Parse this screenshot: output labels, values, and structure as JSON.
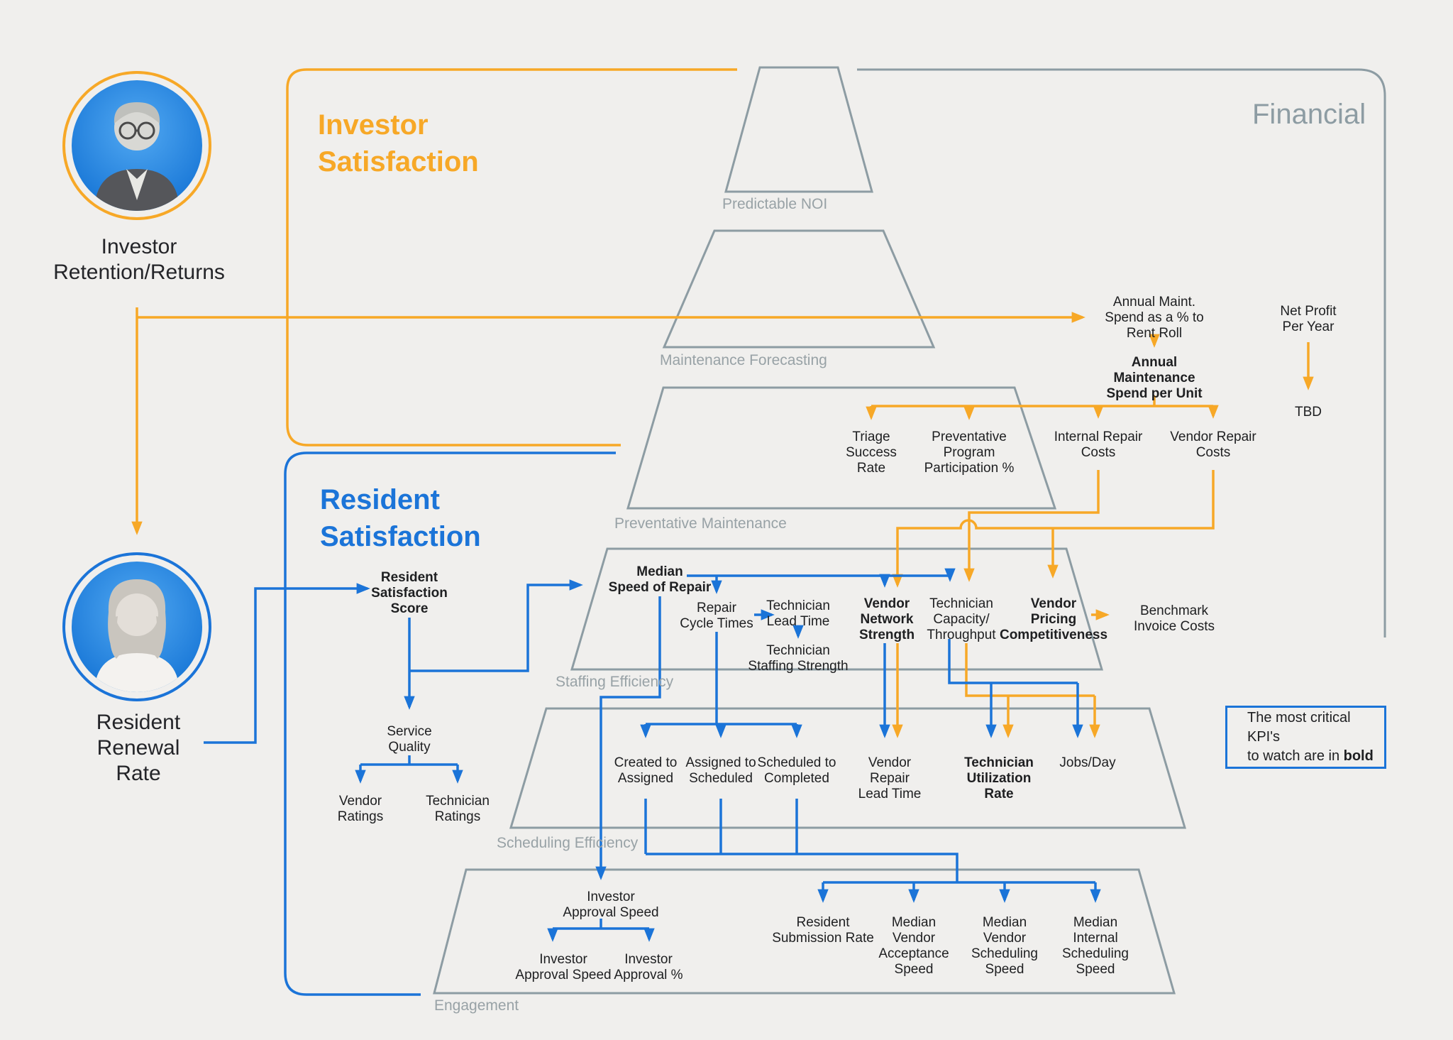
{
  "palette": {
    "yellow": "#F7A827",
    "blue": "#1B74D8",
    "gray": "#8D9CA3",
    "text_dark": "#1E1F21",
    "background": "#F0EFED",
    "avatar_blue": "#1E86E8"
  },
  "header": {
    "investor_satisfaction": "Investor\nSatisfaction",
    "resident_satisfaction": "Resident\nSatisfaction",
    "financial": "Financial"
  },
  "actors": {
    "investor": {
      "label": "Investor\nRetention/Returns",
      "avatar_icon": "investor-portrait"
    },
    "resident": {
      "label": "Resident\nRenewal\nRate",
      "avatar_icon": "resident-portrait"
    }
  },
  "pyramid": {
    "levels": [
      "Predictable NOI",
      "Maintenance Forecasting",
      "Preventative Maintenance",
      "Staffing Efficiency",
      "Scheduling Efficiency",
      "Engagement"
    ]
  },
  "kpis": {
    "annual_maint_pct": "Annual Maint.\nSpend as a % to\nRent Roll",
    "annual_maint_per_unit": "Annual\nMaintenance\nSpend per Unit",
    "net_profit": "Net Profit\nPer Year",
    "tbd": "TBD",
    "triage_success_rate": "Triage\nSuccess\nRate",
    "preventative_program": "Preventative\nProgram\nParticipation %",
    "internal_repair_costs": "Internal Repair\nCosts",
    "vendor_repair_costs": "Vendor Repair\nCosts",
    "resident_satisfaction_score": "Resident\nSatisfaction\nScore",
    "service_quality": "Service\nQuality",
    "vendor_ratings": "Vendor\nRatings",
    "technician_ratings": "Technician\nRatings",
    "median_speed_of_repair": "Median\nSpeed of Repair",
    "repair_cycle_times": "Repair\nCycle Times",
    "technician_lead_time": "Technician\nLead Time",
    "technician_staffing_strength": "Technician\nStaffing Strength",
    "vendor_network_strength": "Vendor\nNetwork\nStrength",
    "technician_capacity": "Technician\nCapacity/\nThroughput",
    "vendor_pricing_competitiveness": "Vendor\nPricing\nCompetitiveness",
    "benchmark_invoice_costs": "Benchmark\nInvoice Costs",
    "created_to_assigned": "Created to\nAssigned",
    "assigned_to_scheduled": "Assigned to\nScheduled",
    "scheduled_to_completed": "Scheduled to\nCompleted",
    "vendor_repair_lead_time": "Vendor\nRepair\nLead Time",
    "technician_utilization_rate": "Technician\nUtilization\nRate",
    "jobs_per_day": "Jobs/Day",
    "investor_approval_speed_node": "Investor\nApproval Speed",
    "investor_approval_speed": "Investor\nApproval Speed",
    "investor_approval_pct": "Investor\nApproval %",
    "resident_submission_rate": "Resident\nSubmission Rate",
    "median_vendor_acceptance": "Median\nVendor\nAcceptance\nSpeed",
    "median_vendor_scheduling": "Median\nVendor\nScheduling\nSpeed",
    "median_internal_scheduling": "Median\nInternal\nScheduling\nSpeed"
  },
  "critical_kpis": [
    "Annual Maintenance Spend per Unit",
    "Resident Satisfaction Score",
    "Median Speed of Repair",
    "Vendor Network Strength",
    "Vendor Pricing Competitiveness",
    "Technician Utilization Rate"
  ],
  "note": {
    "line1": "The most critical KPI's",
    "line2_prefix": "to watch are in ",
    "line2_bold": "bold"
  }
}
